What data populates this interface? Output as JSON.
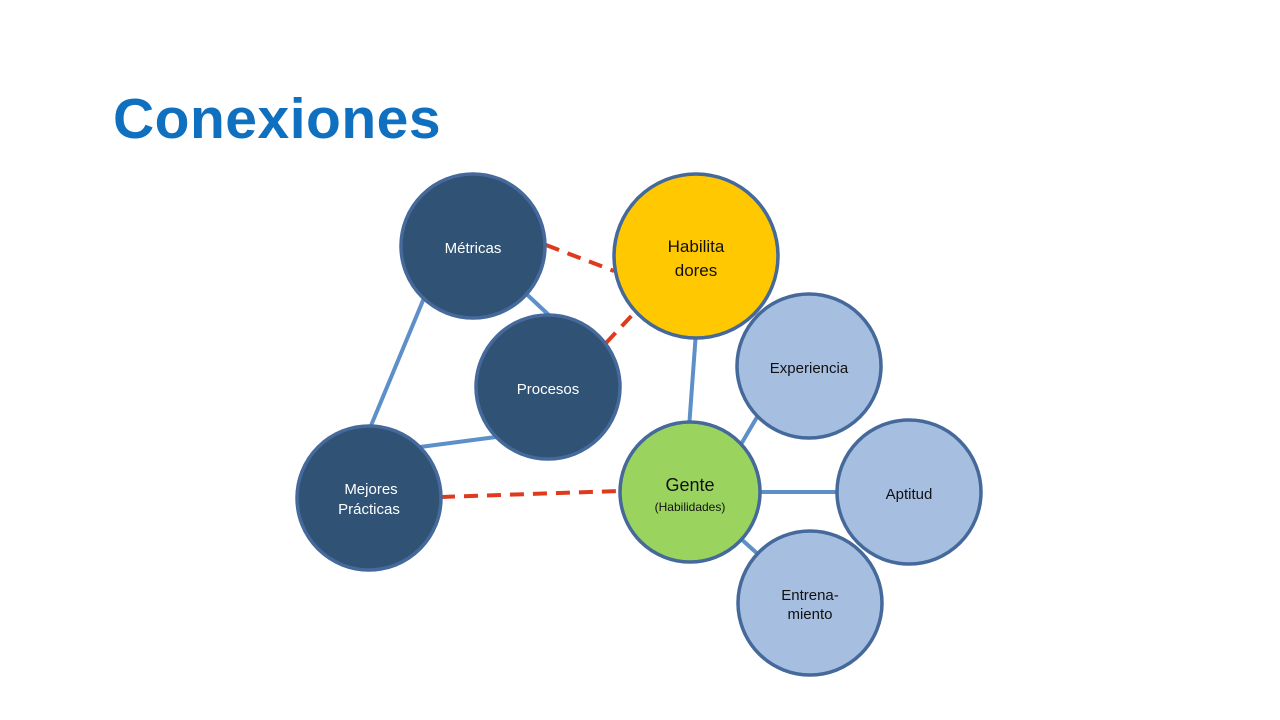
{
  "title": "Conexiones",
  "colors": {
    "title": "#1070c0",
    "dark_node": "#2f5275",
    "yellow_node": "#ffc800",
    "green_node": "#9bd35f",
    "light_node": "#a6bfe0",
    "node_border": "#44699a",
    "solid_link": "#5d8fc8",
    "dashed_link": "#e03a1e"
  },
  "nodes": {
    "metricas": "Métricas",
    "procesos": "Procesos",
    "mejores_1": "Mejores",
    "mejores_2": "Prácticas",
    "habilita_1": "Habilita",
    "habilita_2": "dores",
    "gente": "Gente",
    "gente_sub": "(Habilidades)",
    "experiencia": "Experiencia",
    "aptitud": "Aptitud",
    "entrena_1": "Entrena-",
    "entrena_2": "miento"
  }
}
